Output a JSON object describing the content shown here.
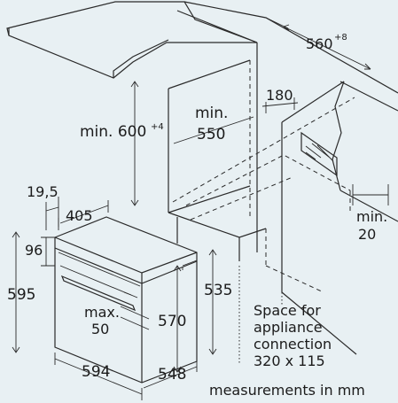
{
  "dims": {
    "niche_width": "560",
    "niche_width_tol": "+8",
    "min_depth_label": "min.",
    "min_depth_value": "550",
    "min_height_prefix": "min. 600",
    "min_height_tol": "+4",
    "rear_gap": "180",
    "side_gap_label": "min.",
    "side_gap_value": "20",
    "oven_panel_offset": "19,5",
    "door_depth": "405",
    "control_height": "96",
    "oven_height": "595",
    "oven_body_height": "535",
    "max_label": "max.",
    "max_value": "50",
    "cavity_height": "570",
    "oven_width": "594",
    "oven_depth": "548"
  },
  "notes": {
    "space_line1": "Space for",
    "space_line2": "appliance",
    "space_line3": "connection",
    "space_line4": "320 x 115",
    "units": "measurements in mm"
  }
}
